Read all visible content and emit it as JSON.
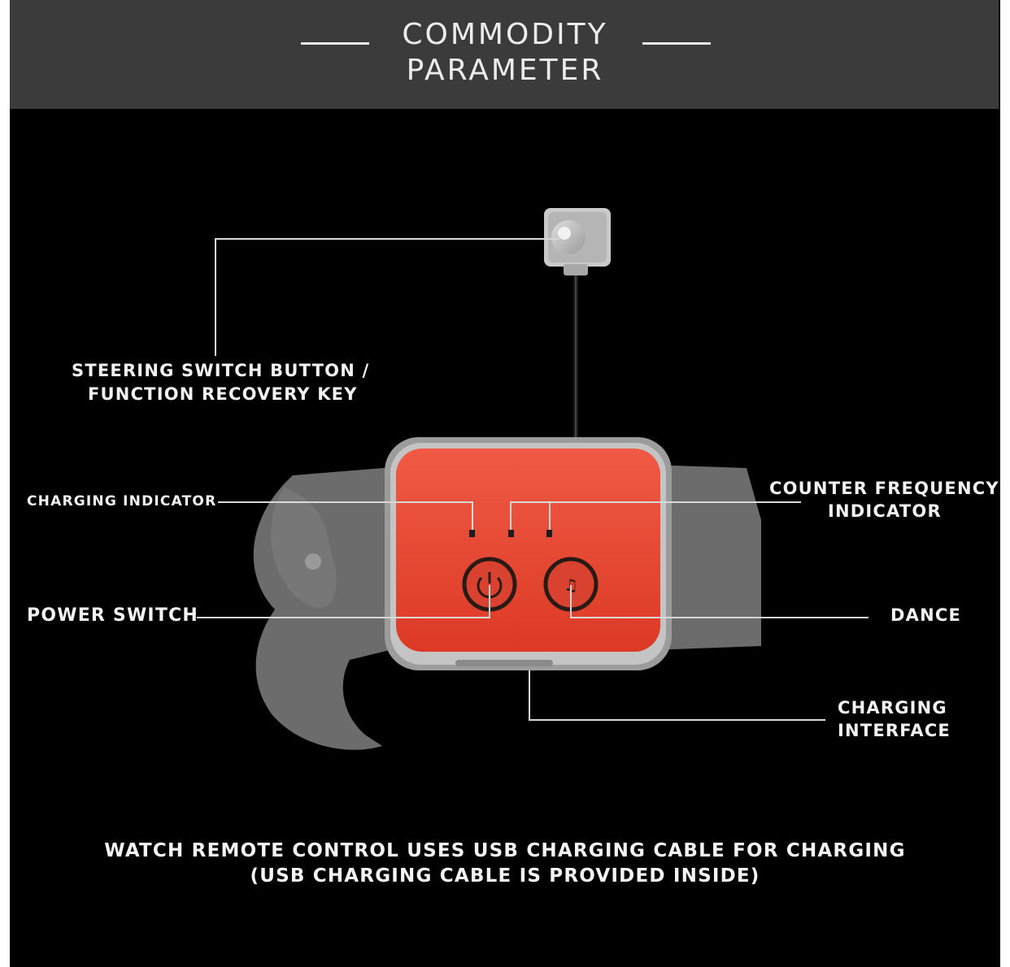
{
  "header": {
    "title_line1": "COMMODITY",
    "title_line2": "PARAMETER"
  },
  "labels": {
    "steering_line1": "STEERING SWITCH BUTTON /",
    "steering_line2": "FUNCTION RECOVERY KEY",
    "charging_indicator": "CHARGING INDICATOR",
    "counter_line1": "COUNTER FREQUENCY",
    "counter_line2": "INDICATOR",
    "power_switch": "POWER SWITCH",
    "dance": "DANCE",
    "charging_interface_line1": "CHARGING",
    "charging_interface_line2": "INTERFACE"
  },
  "footer": {
    "line1": "WATCH REMOTE CONTROL USES USB CHARGING CABLE FOR CHARGING",
    "line2": "(USB CHARGING CABLE IS PROVIDED INSIDE)"
  },
  "colors": {
    "header_bg": "#3b3b3b",
    "panel_bg": "#000000",
    "device_red": "#e8432e",
    "strap_gray": "#6c6c6c"
  }
}
